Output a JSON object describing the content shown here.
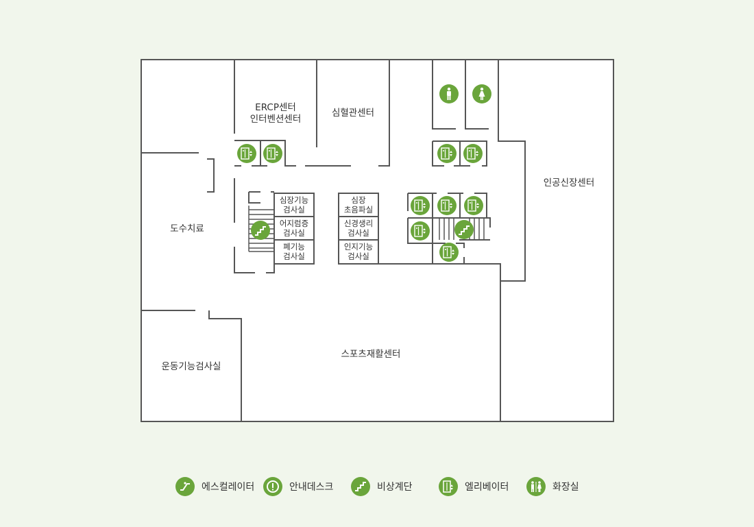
{
  "colors": {
    "background": "#f1f6ec",
    "floor": "#ffffff",
    "wall": "#555555",
    "icon_green": "#6aa53b"
  },
  "rooms": {
    "ercp_line1": "ERCP센터",
    "ercp_line2": "인터벤션센터",
    "cardio": "심혈관센터",
    "artificial_heart": "인공신장센터",
    "manual_therapy": "도수치료",
    "motor_test": "운동기능검사실",
    "sports_rehab": "스포츠재활센터",
    "cardiac_func_line1": "심장기능",
    "cardiac_func_line2": "검사실",
    "vertigo_line1": "어지럼증",
    "vertigo_line2": "검사실",
    "lung_line1": "폐기능",
    "lung_line2": "검사실",
    "echo_line1": "심장",
    "echo_line2": "초음파실",
    "nerve_line1": "신경생리",
    "nerve_line2": "검사실",
    "cognitive_line1": "인지기능",
    "cognitive_line2": "검사실"
  },
  "map_icons": {
    "restroom_men": "male-restroom-icon",
    "restroom_women": "female-restroom-icon",
    "elevator": "elevator-icon",
    "stairs": "emergency-stairs-icon"
  },
  "legend": [
    {
      "icon": "escalator-icon",
      "label": "에스컬레이터"
    },
    {
      "icon": "info-desk-icon",
      "label": "안내데스크"
    },
    {
      "icon": "emergency-stairs-icon",
      "label": "비상계단"
    },
    {
      "icon": "elevator-icon",
      "label": "엘리베이터"
    },
    {
      "icon": "restroom-icon",
      "label": "화장실"
    }
  ]
}
